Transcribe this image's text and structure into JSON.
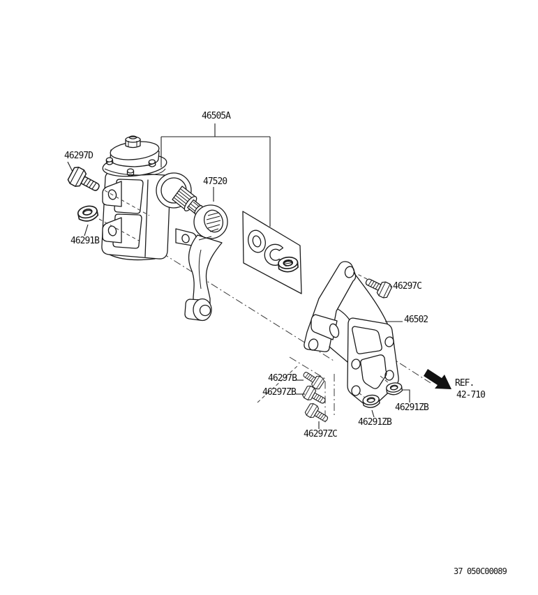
{
  "figure": {
    "background": "#ffffff",
    "line_color": "#1b1b1b",
    "doc_code": "37 050C00089",
    "ref_arrow": {
      "line1": "REF.",
      "line2": "42-710"
    },
    "labels": {
      "gear_assembly": "46505A",
      "pitman_arm": "47520",
      "bolt_d": "46297D",
      "nut_b": "46291B",
      "bolt_c": "46297C",
      "bracket": "46502",
      "bolt_b": "46297B",
      "bolt_zb": "46297ZB",
      "bolt_zc": "46297ZC",
      "nut_zb_1": "46291ZB",
      "nut_zb_2": "46291ZB"
    }
  }
}
